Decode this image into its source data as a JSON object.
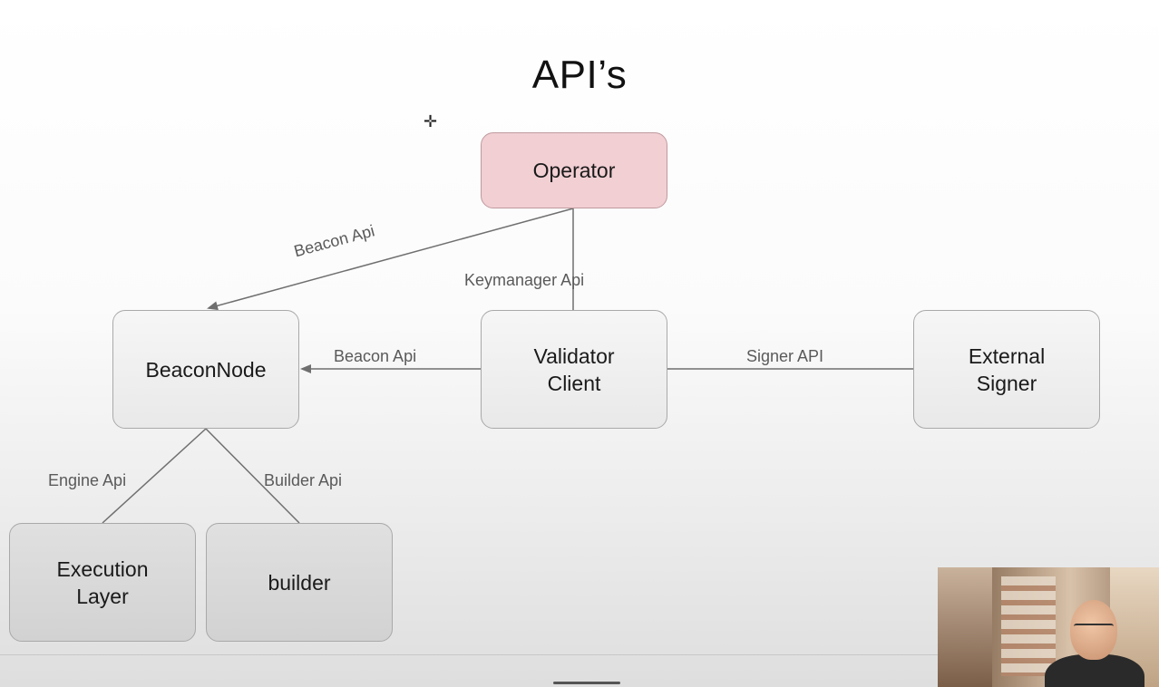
{
  "title": "API’s",
  "nodes": {
    "operator": "Operator",
    "beacon_node": "BeaconNode",
    "validator_client": "Validator\nClient",
    "external_signer": "External\nSigner",
    "execution_layer": "Execution\nLayer",
    "builder": "builder"
  },
  "edges": {
    "operator_to_beacon": "Beacon Api",
    "operator_to_validator": "Keymanager Api",
    "validator_to_beacon": "Beacon Api",
    "validator_to_signer": "Signer API",
    "beacon_to_execution": "Engine Api",
    "beacon_to_builder": "Builder Api"
  },
  "colors": {
    "operator_fill": "#f2cfd3",
    "node_fill": "#ececec",
    "line": "#6f6f6f"
  },
  "icons": {
    "cursor": "move-cursor-icon"
  }
}
